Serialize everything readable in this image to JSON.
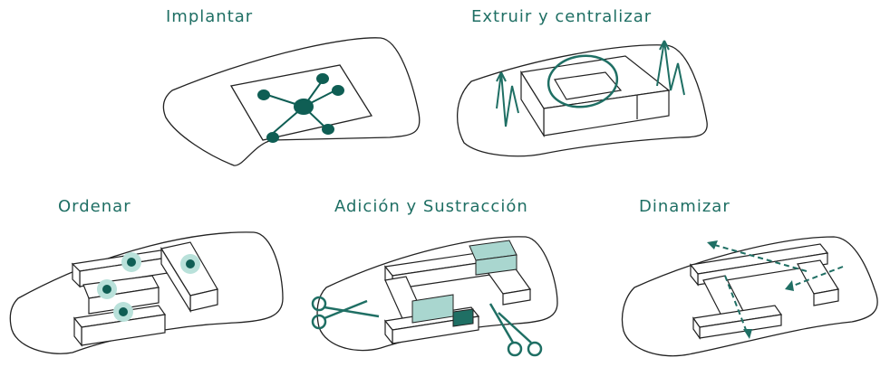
{
  "colors": {
    "teal": "#1f6f64",
    "teal_dark": "#0f5e54",
    "teal_light": "#a9d6cf",
    "teal_glow": "#b9e1da",
    "ink": "#222222",
    "paper": "#ffffff"
  },
  "panels": [
    {
      "title": "Implantar",
      "icon": "site-node-network-icon"
    },
    {
      "title": "Extruir y centralizar",
      "icon": "extrude-massing-icon"
    },
    {
      "title": "Ordenar",
      "icon": "ordered-blocks-icon"
    },
    {
      "title": "Adición y Sustracción",
      "icon": "add-subtract-scissors-icon"
    },
    {
      "title": "Dinamizar",
      "icon": "dynamic-arrows-icon"
    }
  ]
}
